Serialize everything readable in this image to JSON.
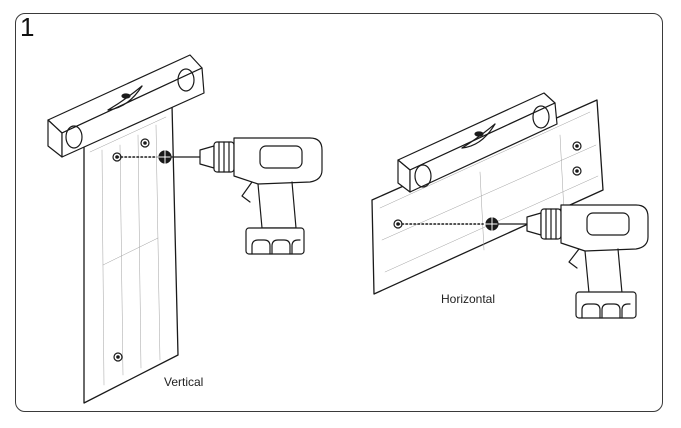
{
  "step_number": "1",
  "labels": {
    "vertical": "Vertical",
    "horizontal": "Horizontal"
  },
  "colors": {
    "line": "#1a1a1a",
    "template_line": "#9a9a9a",
    "background": "#ffffff"
  }
}
